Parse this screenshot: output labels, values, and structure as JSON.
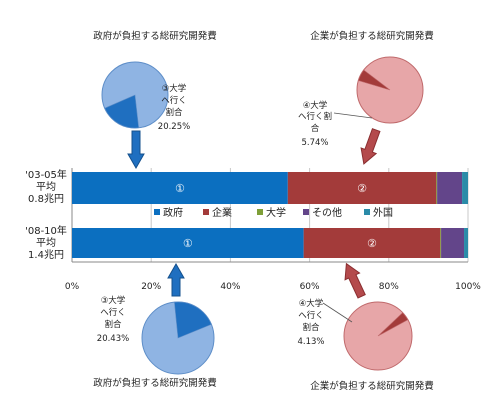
{
  "chart_data": {
    "type": "bar",
    "orientation": "horizontal",
    "stacked": true,
    "xlim": [
      0,
      100
    ],
    "x_ticks": [
      "0%",
      "20%",
      "40%",
      "60%",
      "80%",
      "100%"
    ],
    "categories": [
      {
        "line1": "'03-05年",
        "line2": "平均",
        "line3": "0.8兆円"
      },
      {
        "line1": "'08-10年",
        "line2": "平均",
        "line3": "1.4兆円"
      }
    ],
    "series": [
      {
        "name": "政府",
        "color": "#0B6FC0",
        "values": [
          54.5,
          58.5
        ],
        "bar_labels": [
          "①",
          "①"
        ]
      },
      {
        "name": "企業",
        "color": "#A33B3A",
        "values": [
          37.5,
          34.5
        ],
        "bar_labels": [
          "②",
          "②"
        ]
      },
      {
        "name": "大学",
        "color": "#7E9F38",
        "values": [
          0.2,
          0.2
        ],
        "bar_labels": [
          "",
          ""
        ]
      },
      {
        "name": "その他",
        "color": "#63458A",
        "values": [
          6.3,
          5.8
        ],
        "bar_labels": [
          "",
          ""
        ]
      },
      {
        "name": "外国",
        "color": "#2A8BA8",
        "values": [
          1.5,
          1.0
        ],
        "bar_labels": [
          "",
          ""
        ]
      }
    ],
    "legend_position": "between-bars",
    "pies": [
      {
        "title": "政府が負担する総研究開発費",
        "label": [
          "③大学",
          "へ行く",
          "割合"
        ],
        "percent": "20.25%",
        "fraction": 0.2025,
        "fill": "#8FB4E3",
        "slice": "#1F6FC0",
        "stroke": "#5E8EC8"
      },
      {
        "title": "企業が負担する総研究開発費",
        "label": [
          "④大学",
          "へ行く割",
          "合"
        ],
        "percent": "5.74%",
        "fraction": 0.0574,
        "fill": "#E7A6A8",
        "slice": "#A33B3A",
        "stroke": "#C06A6C"
      },
      {
        "title": "政府が負担する総研究開発費",
        "label": [
          "③大学",
          "へ行く",
          "割合"
        ],
        "percent": "20.43%",
        "fraction": 0.2043,
        "fill": "#8FB4E3",
        "slice": "#1F6FC0",
        "stroke": "#5E8EC8"
      },
      {
        "title": "企業が負担する総研究開発費",
        "label": [
          "④大学",
          "へ行く",
          "割合"
        ],
        "percent": "4.13%",
        "fraction": 0.0413,
        "fill": "#E7A6A8",
        "slice": "#A33B3A",
        "stroke": "#C06A6C"
      }
    ]
  }
}
